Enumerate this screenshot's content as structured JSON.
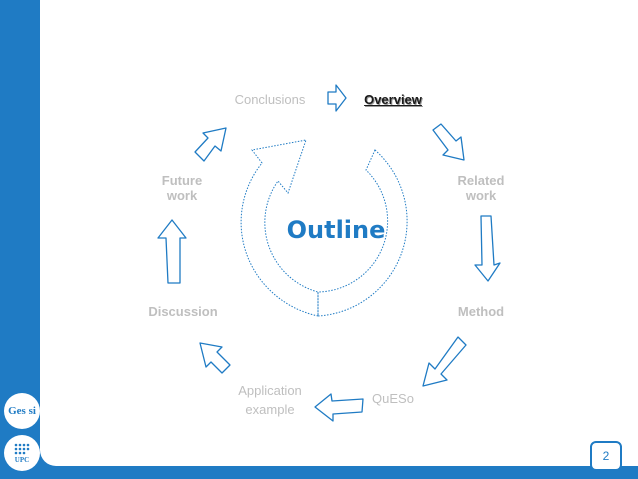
{
  "slide": {
    "title": "Outline",
    "page_number": "2",
    "steps": [
      {
        "id": "overview",
        "label": "Overview",
        "active": true
      },
      {
        "id": "related-work",
        "label": "Related\nwork",
        "active": false
      },
      {
        "id": "method",
        "label": "Method",
        "active": false
      },
      {
        "id": "queso",
        "label": "QuESo",
        "active": false
      },
      {
        "id": "application-example",
        "label": "Application\nexample",
        "active": false
      },
      {
        "id": "discussion",
        "label": "Discussion",
        "active": false
      },
      {
        "id": "future-work",
        "label": "Future\nwork",
        "active": false
      },
      {
        "id": "conclusions",
        "label": "Conclusions",
        "active": false
      }
    ]
  },
  "logos": {
    "gessi": "Ges si",
    "upc": "UPC"
  },
  "colors": {
    "accent": "#1f7bc4",
    "inactive_text": "#bfbfbf",
    "active_text": "#1a1a1a"
  }
}
